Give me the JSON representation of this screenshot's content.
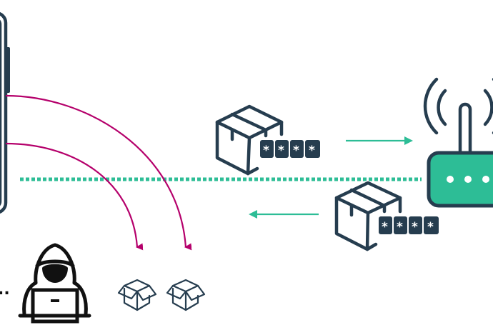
{
  "diagram": {
    "title": "Man-in-the-middle interception of encrypted packages",
    "colors": {
      "ink": "#263d4f",
      "accent_green": "#2dbd96",
      "attack_magenta": "#b5006b",
      "hacker_black": "#111111",
      "background": "#ffffff"
    },
    "nodes": {
      "phone": {
        "label": "smartphone",
        "icon": "smartphone-icon"
      },
      "router": {
        "label": "wifi router",
        "icon": "router-icon",
        "status_dots": 3
      },
      "hacker": {
        "label": "hacker with laptop",
        "icon": "hacker-icon",
        "trailing_text": ".."
      }
    },
    "packages": {
      "outgoing": {
        "icon": "package-icon",
        "password_mask": [
          "*",
          "*",
          "*",
          "*"
        ],
        "direction": "phone-to-router"
      },
      "incoming": {
        "icon": "package-icon",
        "password_mask": [
          "*",
          "*",
          "*",
          "*"
        ],
        "direction": "router-to-phone"
      },
      "intercepted": [
        {
          "icon": "open-box-icon"
        },
        {
          "icon": "open-box-icon"
        }
      ]
    },
    "connections": [
      {
        "from": "phone",
        "to": "router",
        "style": "dotted",
        "color": "accent_green"
      },
      {
        "from": "phone",
        "to": "intercepted-box-1",
        "style": "curve-arrow",
        "color": "attack_magenta"
      },
      {
        "from": "phone",
        "to": "intercepted-box-2",
        "style": "curve-arrow",
        "color": "attack_magenta"
      }
    ],
    "arrows": [
      {
        "name": "to-router",
        "direction": "right",
        "color": "accent_green"
      },
      {
        "name": "to-phone",
        "direction": "left",
        "color": "accent_green"
      }
    ]
  }
}
